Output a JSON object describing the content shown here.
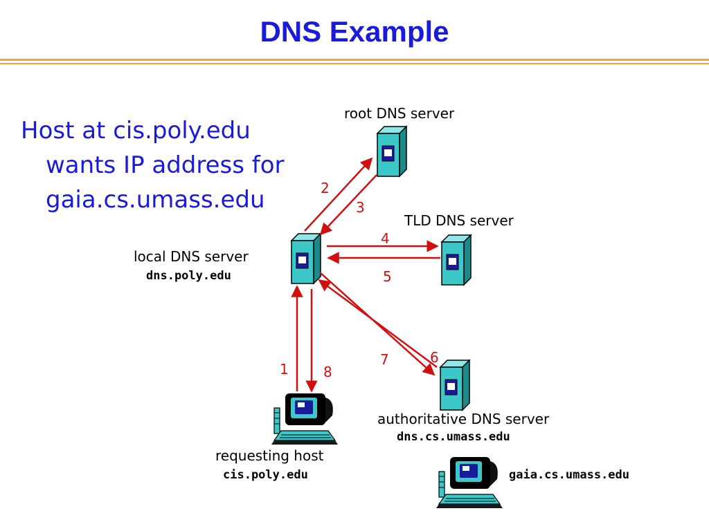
{
  "title": "DNS Example",
  "description_lines": [
    "Host at cis.poly.edu",
    "wants IP address for",
    "gaia.cs.umass.edu"
  ],
  "nodes": {
    "root": {
      "label": "root DNS server"
    },
    "tld": {
      "label": "TLD DNS server"
    },
    "local": {
      "label": "local DNS server",
      "hostname": "dns.poly.edu"
    },
    "authoritative": {
      "label": "authoritative DNS server",
      "hostname": "dns.cs.umass.edu"
    },
    "requesting": {
      "label": "requesting host",
      "hostname": "cis.poly.edu"
    },
    "target": {
      "hostname": "gaia.cs.umass.edu"
    }
  },
  "steps": [
    "1",
    "2",
    "3",
    "4",
    "5",
    "6",
    "7",
    "8"
  ],
  "colors": {
    "title": "#1a1adc",
    "arrow": "#d01010",
    "server": "#3cc8c8",
    "rule": "#f0a830"
  }
}
